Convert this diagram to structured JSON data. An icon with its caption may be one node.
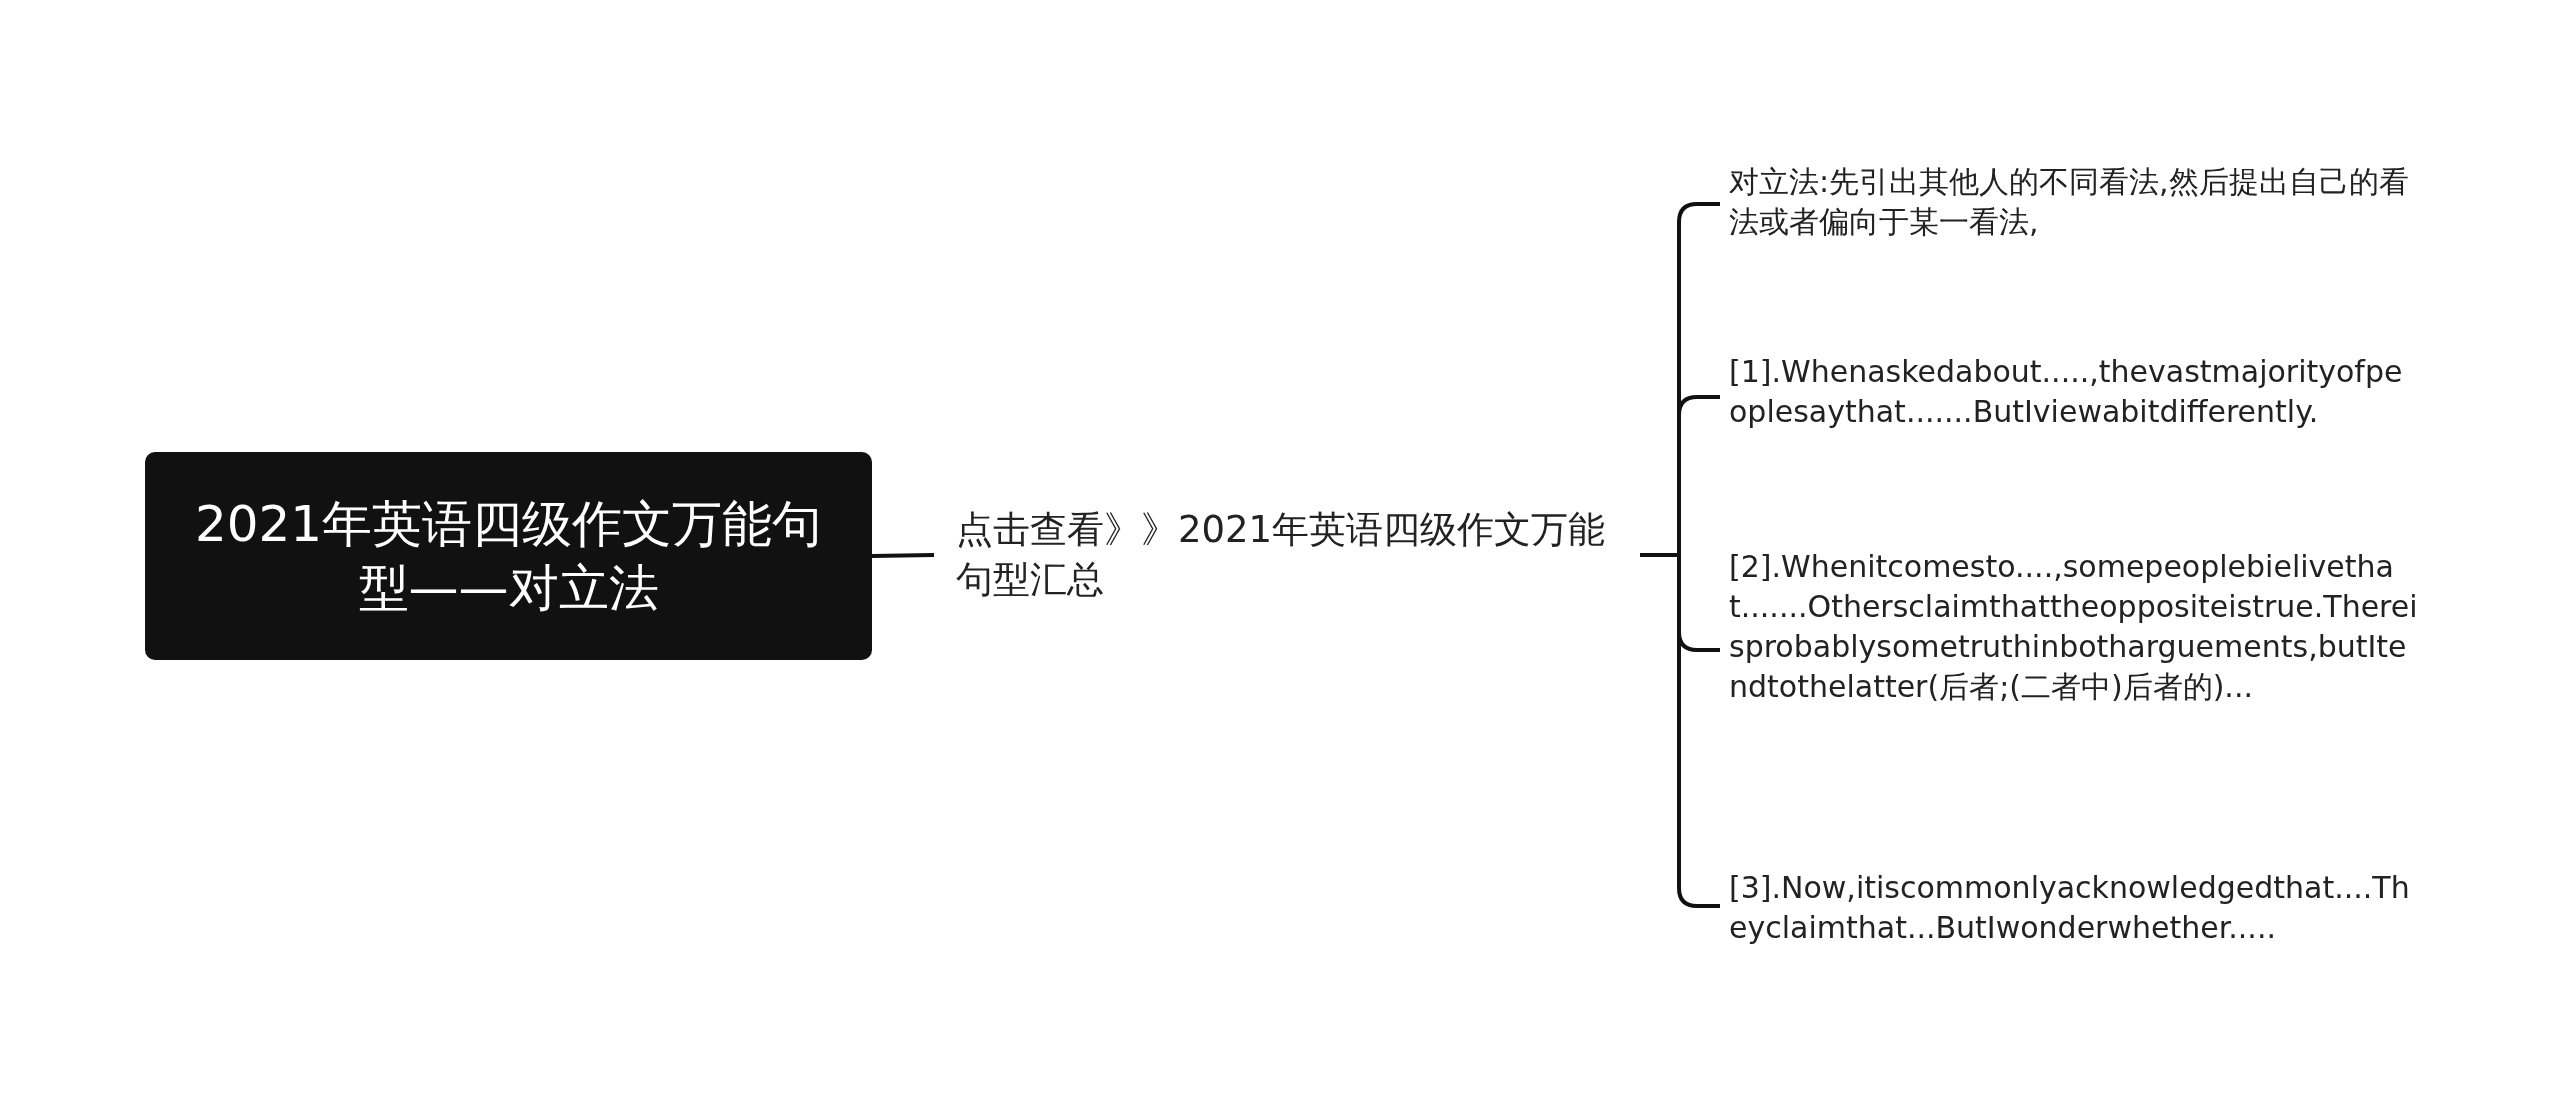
{
  "diagram": {
    "nodes": [
      {
        "text": [
          "2021年英语四级作文万能句型——对立法"
        ]
      },
      {
        "text": [
          "点击查看》》2021年英语四级作文万能句型汇总"
        ]
      },
      {
        "text": [
          "对立法:先引出其他人的不同看法,然后提出自己的看法或者偏向于某一看法,"
        ]
      },
      {
        "text": [
          "[1].Whenaskedabout.....,thevastmajorityofpeoplesaythat.......ButIviewabitdifferently."
        ]
      },
      {
        "text": [
          "[2].Whenitcomesto....,somepeoplebielivethat.......Othersclaimthattheoppositeistrue.Thereisprobablysometruthinbotharguements,butItendtothelatter(后者;(二者中)后者的)..."
        ]
      },
      {
        "text": [
          "[3].Now,itiscommonlyacknowledgedthat....Theyclaimthat...ButIwonderwhether....."
        ]
      }
    ],
    "edges": [
      {
        "from": 0,
        "to": 1,
        "arrow": "none"
      },
      {
        "from": 1,
        "to": 2,
        "arrow": "none"
      },
      {
        "from": 1,
        "to": 3,
        "arrow": "none"
      },
      {
        "from": 1,
        "to": 4,
        "arrow": "none"
      },
      {
        "from": 1,
        "to": 5,
        "arrow": "none"
      }
    ]
  }
}
